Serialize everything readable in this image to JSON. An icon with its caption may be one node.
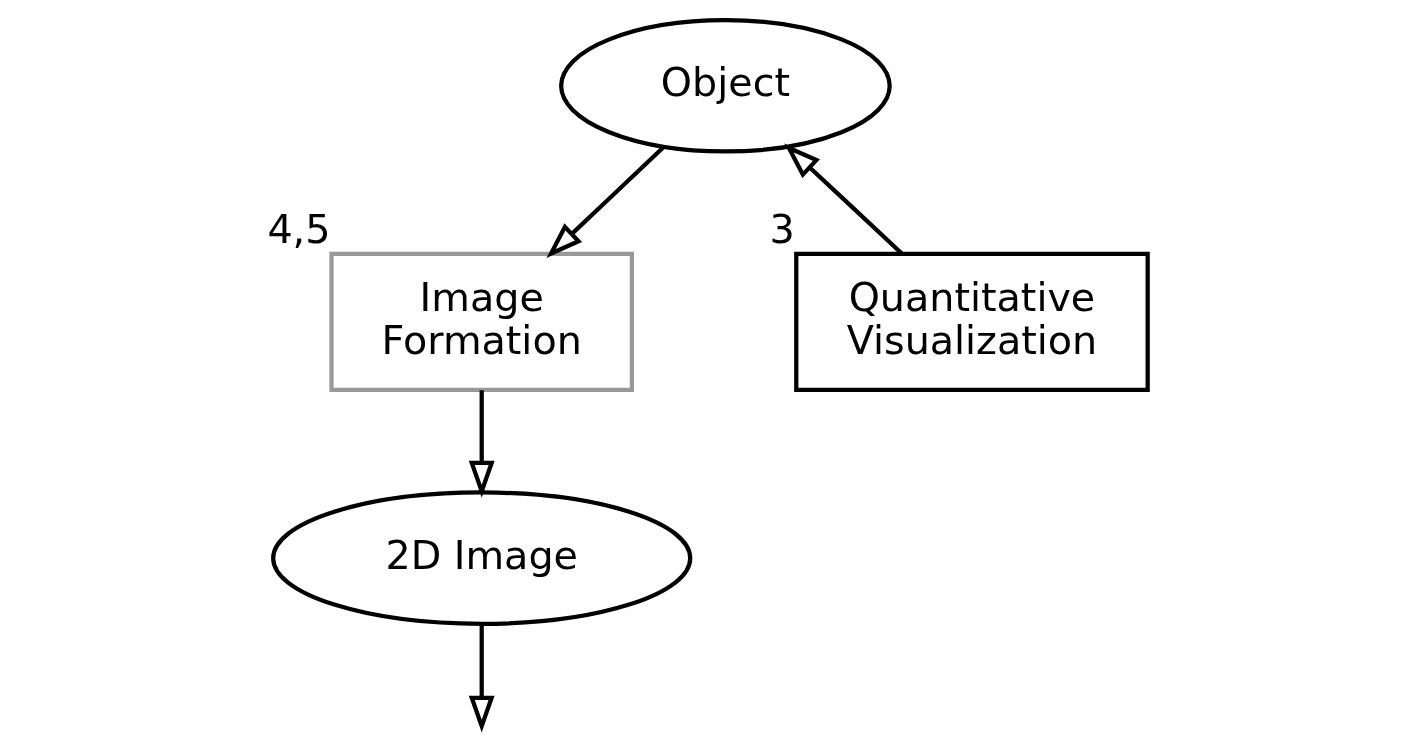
{
  "diagram": {
    "nodes": [
      {
        "text": [
          "Object"
        ]
      },
      {
        "text": [
          "Image Formation"
        ],
        "beside": [
          "4,5"
        ]
      },
      {
        "text": [
          "2D Image"
        ]
      },
      {
        "text": [
          "Quantitative Visualization"
        ],
        "beside": [
          "3"
        ]
      }
    ],
    "edges": [
      {
        "from": 0,
        "to": 1,
        "arrow": "to"
      },
      {
        "from": 1,
        "to": 2,
        "arrow": "to"
      },
      {
        "from": 2,
        "to": null,
        "arrow": "to"
      },
      {
        "from": 3,
        "to": 0,
        "arrow": "to"
      }
    ]
  }
}
